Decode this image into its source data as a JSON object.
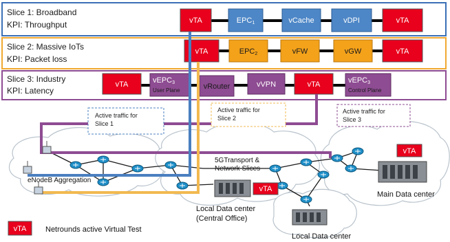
{
  "slices": [
    {
      "name": "Slice 1: Broadband",
      "kpi": "KPI: Throughput",
      "boxes": [
        {
          "label": "vTA",
          "sub": ""
        },
        {
          "label": "EPC",
          "label_sub": "1",
          "sub": ""
        },
        {
          "label": "vCache",
          "sub": ""
        },
        {
          "label": "vDPI",
          "sub": ""
        },
        {
          "label": "vTA",
          "sub": ""
        }
      ]
    },
    {
      "name": "Slice 2: Massive IoTs",
      "kpi": "KPI: Packet loss",
      "boxes": [
        {
          "label": "vTA",
          "sub": ""
        },
        {
          "label": "EPC",
          "label_sub": "2",
          "sub": ""
        },
        {
          "label": "vFW",
          "sub": ""
        },
        {
          "label": "vGW",
          "sub": ""
        },
        {
          "label": "vTA",
          "sub": ""
        }
      ]
    },
    {
      "name": "Slice 3: Industry",
      "kpi": "KPI: Latency",
      "boxes": [
        {
          "label": "vTA",
          "sub": ""
        },
        {
          "label": "vEPC",
          "label_sub": "3",
          "sub": "User Plane"
        },
        {
          "label": "vRouter",
          "sub": ""
        },
        {
          "label": "vVPN",
          "sub": ""
        },
        {
          "label": "vTA",
          "sub": ""
        },
        {
          "label": "vEPC",
          "label_sub": "3",
          "sub": "Control Plane"
        }
      ]
    }
  ],
  "callouts": [
    {
      "line1": "Active traffic for",
      "line2": "Slice 1"
    },
    {
      "line1": "Active traffic for",
      "line2": "Slice 2"
    },
    {
      "line1": "Active traffic for",
      "line2": "Slice 3"
    }
  ],
  "network": {
    "enodeb": "eNodeB Aggregation",
    "transport_line1": "5GTransport &",
    "transport_line2": "Network Slices",
    "local_dc_line1": "Local Data center",
    "local_dc_line2": "(Central Office)",
    "local_dc2": "Local Data center",
    "main_dc": "Main Data center",
    "vta_tag": "vTA"
  },
  "legend": {
    "box_label": "vTA",
    "text": "Netrounds active Virtual Test"
  },
  "colors": {
    "vta": "#e8001c",
    "slice1_box": "#4e87c7",
    "slice2_box": "#f4a21a",
    "slice3_box": "#8e4c92",
    "slice1_path": "#4a7fc0",
    "slice2_path": "#f2b950",
    "slice3_path": "#8e4c92"
  }
}
